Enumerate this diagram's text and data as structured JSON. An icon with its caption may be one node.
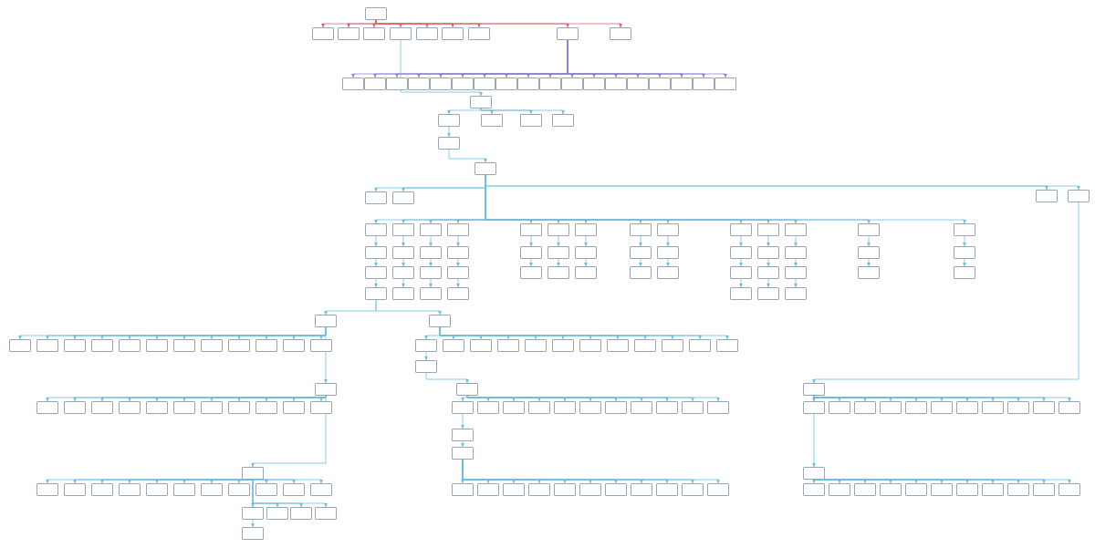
{
  "diagram": {
    "nodes": [
      {
        "text": [],
        "shape": "box"
      },
      {
        "text": [],
        "shape": "box"
      },
      {
        "text": [],
        "shape": "box"
      },
      {
        "text": [],
        "shape": "box"
      },
      {
        "text": [],
        "shape": "box"
      },
      {
        "text": [],
        "shape": "box"
      },
      {
        "text": [],
        "shape": "box"
      },
      {
        "text": [],
        "shape": "box"
      },
      {
        "text": [],
        "shape": "box"
      },
      {
        "text": [],
        "shape": "box"
      },
      {
        "text": [],
        "shape": "box"
      },
      {
        "text": [],
        "shape": "box"
      },
      {
        "text": [],
        "shape": "box"
      },
      {
        "text": [],
        "shape": "box"
      },
      {
        "text": [],
        "shape": "box"
      },
      {
        "text": [],
        "shape": "box"
      },
      {
        "text": [],
        "shape": "box"
      },
      {
        "text": [],
        "shape": "box"
      },
      {
        "text": [],
        "shape": "box"
      },
      {
        "text": [],
        "shape": "box"
      },
      {
        "text": [],
        "shape": "box"
      },
      {
        "text": [],
        "shape": "box"
      },
      {
        "text": [],
        "shape": "box"
      },
      {
        "text": [],
        "shape": "box"
      },
      {
        "text": [],
        "shape": "box"
      },
      {
        "text": [],
        "shape": "box"
      },
      {
        "text": [],
        "shape": "box"
      },
      {
        "text": [],
        "shape": "box"
      },
      {
        "text": [],
        "shape": "box"
      },
      {
        "text": [],
        "shape": "box"
      },
      {
        "text": [],
        "shape": "box"
      },
      {
        "text": [],
        "shape": "box"
      },
      {
        "text": [],
        "shape": "box"
      },
      {
        "text": [],
        "shape": "box"
      },
      {
        "text": [],
        "shape": "box"
      },
      {
        "text": [],
        "shape": "box"
      },
      {
        "text": [],
        "shape": "box"
      },
      {
        "text": [],
        "shape": "box"
      },
      {
        "text": [],
        "shape": "box"
      },
      {
        "text": [],
        "shape": "box"
      },
      {
        "text": [],
        "shape": "box"
      },
      {
        "text": [],
        "shape": "box"
      },
      {
        "text": [],
        "shape": "box"
      },
      {
        "text": [],
        "shape": "box"
      },
      {
        "text": [],
        "shape": "box"
      },
      {
        "text": [],
        "shape": "box"
      },
      {
        "text": [],
        "shape": "box"
      },
      {
        "text": [],
        "shape": "box"
      },
      {
        "text": [],
        "shape": "box"
      },
      {
        "text": [],
        "shape": "box"
      },
      {
        "text": [],
        "shape": "box"
      },
      {
        "text": [],
        "shape": "box"
      },
      {
        "text": [],
        "shape": "box"
      },
      {
        "text": [],
        "shape": "box"
      },
      {
        "text": [],
        "shape": "box"
      },
      {
        "text": [],
        "shape": "box"
      },
      {
        "text": [],
        "shape": "box"
      },
      {
        "text": [],
        "shape": "box"
      },
      {
        "text": [],
        "shape": "box"
      },
      {
        "text": [],
        "shape": "box"
      },
      {
        "text": [],
        "shape": "box"
      },
      {
        "text": [],
        "shape": "box"
      },
      {
        "text": [],
        "shape": "box"
      },
      {
        "text": [],
        "shape": "box"
      },
      {
        "text": [],
        "shape": "box"
      },
      {
        "text": [],
        "shape": "box"
      },
      {
        "text": [],
        "shape": "box"
      },
      {
        "text": [],
        "shape": "box"
      },
      {
        "text": [],
        "shape": "box"
      },
      {
        "text": [],
        "shape": "box"
      },
      {
        "text": [],
        "shape": "box"
      },
      {
        "text": [],
        "shape": "box"
      },
      {
        "text": [],
        "shape": "box"
      },
      {
        "text": [],
        "shape": "box"
      },
      {
        "text": [],
        "shape": "box"
      },
      {
        "text": [],
        "shape": "box"
      },
      {
        "text": [],
        "shape": "box"
      },
      {
        "text": [],
        "shape": "box"
      },
      {
        "text": [],
        "shape": "box"
      },
      {
        "text": [],
        "shape": "box"
      },
      {
        "text": [],
        "shape": "box"
      },
      {
        "text": [],
        "shape": "box"
      },
      {
        "text": [],
        "shape": "box"
      },
      {
        "text": [],
        "shape": "box"
      },
      {
        "text": [],
        "shape": "box"
      },
      {
        "text": [],
        "shape": "box"
      },
      {
        "text": [],
        "shape": "box"
      },
      {
        "text": [],
        "shape": "box"
      },
      {
        "text": [],
        "shape": "box"
      },
      {
        "text": [],
        "shape": "box"
      },
      {
        "text": [],
        "shape": "box"
      },
      {
        "text": [],
        "shape": "box"
      },
      {
        "text": [],
        "shape": "box"
      },
      {
        "text": [],
        "shape": "box"
      },
      {
        "text": [],
        "shape": "box"
      },
      {
        "text": [],
        "shape": "box"
      },
      {
        "text": [],
        "shape": "box"
      },
      {
        "text": [],
        "shape": "box"
      },
      {
        "text": [],
        "shape": "box"
      },
      {
        "text": [],
        "shape": "box"
      },
      {
        "text": [],
        "shape": "box"
      },
      {
        "text": [],
        "shape": "box"
      },
      {
        "text": [],
        "shape": "box"
      },
      {
        "text": [],
        "shape": "box"
      },
      {
        "text": [],
        "shape": "box"
      },
      {
        "text": [],
        "shape": "box"
      },
      {
        "text": [],
        "shape": "box"
      },
      {
        "text": [],
        "shape": "box"
      },
      {
        "text": [],
        "shape": "box"
      },
      {
        "text": [],
        "shape": "box"
      },
      {
        "text": [],
        "shape": "box"
      },
      {
        "text": [],
        "shape": "box"
      },
      {
        "text": [],
        "shape": "box"
      },
      {
        "text": [],
        "shape": "box"
      },
      {
        "text": [],
        "shape": "box"
      },
      {
        "text": [],
        "shape": "box"
      },
      {
        "text": [],
        "shape": "box"
      },
      {
        "text": [],
        "shape": "box"
      },
      {
        "text": [],
        "shape": "box"
      },
      {
        "text": [],
        "shape": "box"
      },
      {
        "text": [],
        "shape": "box"
      },
      {
        "text": [],
        "shape": "box"
      },
      {
        "text": [],
        "shape": "box"
      },
      {
        "text": [],
        "shape": "box"
      },
      {
        "text": [],
        "shape": "box"
      },
      {
        "text": [],
        "shape": "box"
      },
      {
        "text": [],
        "shape": "box"
      },
      {
        "text": [],
        "shape": "box"
      },
      {
        "text": [],
        "shape": "box"
      },
      {
        "text": [],
        "shape": "box"
      },
      {
        "text": [],
        "shape": "box"
      },
      {
        "text": [],
        "shape": "box"
      },
      {
        "text": [],
        "shape": "box"
      },
      {
        "text": [],
        "shape": "box"
      },
      {
        "text": [],
        "shape": "box"
      },
      {
        "text": [],
        "shape": "box"
      },
      {
        "text": [],
        "shape": "box"
      },
      {
        "text": [],
        "shape": "box"
      },
      {
        "text": [],
        "shape": "box"
      },
      {
        "text": [],
        "shape": "box"
      },
      {
        "text": [],
        "shape": "box"
      },
      {
        "text": [],
        "shape": "box"
      },
      {
        "text": [],
        "shape": "box"
      },
      {
        "text": [],
        "shape": "box"
      },
      {
        "text": [],
        "shape": "box"
      },
      {
        "text": [],
        "shape": "box"
      },
      {
        "text": [],
        "shape": "box"
      },
      {
        "text": [],
        "shape": "box"
      },
      {
        "text": [],
        "shape": "box"
      },
      {
        "text": [],
        "shape": "box"
      },
      {
        "text": [],
        "shape": "box"
      },
      {
        "text": [],
        "shape": "box"
      },
      {
        "text": [],
        "shape": "box"
      },
      {
        "text": [],
        "shape": "box"
      },
      {
        "text": [],
        "shape": "box"
      },
      {
        "text": [],
        "shape": "box"
      },
      {
        "text": [],
        "shape": "box"
      },
      {
        "text": [],
        "shape": "box"
      },
      {
        "text": [],
        "shape": "box"
      },
      {
        "text": [],
        "shape": "box"
      },
      {
        "text": [],
        "shape": "box"
      },
      {
        "text": [],
        "shape": "box"
      },
      {
        "text": [],
        "shape": "box"
      },
      {
        "text": [],
        "shape": "box"
      },
      {
        "text": [],
        "shape": "box"
      },
      {
        "text": [],
        "shape": "box"
      },
      {
        "text": [],
        "shape": "box"
      },
      {
        "text": [],
        "shape": "box"
      },
      {
        "text": [],
        "shape": "box"
      },
      {
        "text": [],
        "shape": "box"
      },
      {
        "text": [],
        "shape": "box"
      },
      {
        "text": [],
        "shape": "box"
      },
      {
        "text": [],
        "shape": "box"
      },
      {
        "text": [],
        "shape": "box"
      },
      {
        "text": [],
        "shape": "box"
      },
      {
        "text": [],
        "shape": "box"
      },
      {
        "text": [],
        "shape": "box"
      },
      {
        "text": [],
        "shape": "box"
      },
      {
        "text": [],
        "shape": "box"
      },
      {
        "text": [],
        "shape": "box"
      },
      {
        "text": [],
        "shape": "box"
      },
      {
        "text": [],
        "shape": "box"
      },
      {
        "text": [],
        "shape": "box"
      },
      {
        "text": [],
        "shape": "box"
      },
      {
        "text": [],
        "shape": "box"
      },
      {
        "text": [],
        "shape": "box"
      },
      {
        "text": [],
        "shape": "box"
      },
      {
        "text": [],
        "shape": "box"
      },
      {
        "text": [],
        "shape": "box"
      },
      {
        "text": [],
        "shape": "box"
      },
      {
        "text": [],
        "shape": "box"
      },
      {
        "text": [],
        "shape": "box"
      },
      {
        "text": [],
        "shape": "box"
      }
    ],
    "edges": [
      {
        "from": 0,
        "to": 1,
        "arrow": "to",
        "color": "#e06666"
      },
      {
        "from": 0,
        "to": 2,
        "arrow": "to",
        "color": "#e06666"
      },
      {
        "from": 0,
        "to": 3,
        "arrow": "to",
        "color": "#e06666"
      },
      {
        "from": 0,
        "to": 4,
        "arrow": "to",
        "color": "#e06666"
      },
      {
        "from": 0,
        "to": 5,
        "arrow": "to",
        "color": "#e06666"
      },
      {
        "from": 0,
        "to": 6,
        "arrow": "to",
        "color": "#e06666"
      },
      {
        "from": 0,
        "to": 7,
        "arrow": "to",
        "color": "#e06666"
      },
      {
        "from": 0,
        "to": 8,
        "arrow": "to",
        "color": "#e06666"
      },
      {
        "from": 0,
        "to": 9,
        "arrow": "to",
        "color": "#e06666"
      },
      {
        "from": 8,
        "to": 10,
        "arrow": "to",
        "color": "#8f83e0"
      },
      {
        "from": 8,
        "to": 11,
        "arrow": "to",
        "color": "#8f83e0"
      },
      {
        "from": 8,
        "to": 12,
        "arrow": "to",
        "color": "#8f83e0"
      },
      {
        "from": 8,
        "to": 13,
        "arrow": "to",
        "color": "#8f83e0"
      },
      {
        "from": 8,
        "to": 14,
        "arrow": "to",
        "color": "#8f83e0"
      },
      {
        "from": 8,
        "to": 15,
        "arrow": "to",
        "color": "#8f83e0"
      },
      {
        "from": 8,
        "to": 16,
        "arrow": "to",
        "color": "#8f83e0"
      },
      {
        "from": 8,
        "to": 17,
        "arrow": "to",
        "color": "#8f83e0"
      },
      {
        "from": 8,
        "to": 18,
        "arrow": "to",
        "color": "#8f83e0"
      },
      {
        "from": 8,
        "to": 19,
        "arrow": "to",
        "color": "#8f83e0"
      },
      {
        "from": 8,
        "to": 20,
        "arrow": "to",
        "color": "#8f83e0"
      },
      {
        "from": 8,
        "to": 21,
        "arrow": "to",
        "color": "#8f83e0"
      },
      {
        "from": 8,
        "to": 22,
        "arrow": "to",
        "color": "#8f83e0"
      },
      {
        "from": 8,
        "to": 23,
        "arrow": "to",
        "color": "#8f83e0"
      },
      {
        "from": 8,
        "to": 24,
        "arrow": "to",
        "color": "#8f83e0"
      },
      {
        "from": 8,
        "to": 25,
        "arrow": "to",
        "color": "#8f83e0"
      },
      {
        "from": 8,
        "to": 26,
        "arrow": "to",
        "color": "#8f83e0"
      },
      {
        "from": 8,
        "to": 27,
        "arrow": "to",
        "color": "#8f83e0"
      },
      {
        "from": 4,
        "to": 28,
        "arrow": "to"
      },
      {
        "from": 28,
        "to": 29,
        "arrow": "to"
      },
      {
        "from": 28,
        "to": 30,
        "arrow": "to"
      },
      {
        "from": 28,
        "to": 31,
        "arrow": "to"
      },
      {
        "from": 28,
        "to": 32,
        "arrow": "to"
      },
      {
        "from": 29,
        "to": 33,
        "arrow": "to"
      },
      {
        "from": 33,
        "to": 34,
        "arrow": "to"
      },
      {
        "from": 34,
        "to": 35,
        "arrow": "to"
      },
      {
        "from": 34,
        "to": 36,
        "arrow": "to"
      },
      {
        "from": 34,
        "to": 37,
        "arrow": "to"
      },
      {
        "from": 34,
        "to": 38,
        "arrow": "to"
      },
      {
        "from": 34,
        "to": 39,
        "arrow": "to"
      },
      {
        "from": 34,
        "to": 40,
        "arrow": "to"
      },
      {
        "from": 34,
        "to": 41,
        "arrow": "to"
      },
      {
        "from": 34,
        "to": 42,
        "arrow": "to"
      },
      {
        "from": 34,
        "to": 43,
        "arrow": "to"
      },
      {
        "from": 34,
        "to": 44,
        "arrow": "to"
      },
      {
        "from": 34,
        "to": 45,
        "arrow": "to"
      },
      {
        "from": 34,
        "to": 46,
        "arrow": "to"
      },
      {
        "from": 34,
        "to": 47,
        "arrow": "to"
      },
      {
        "from": 34,
        "to": 48,
        "arrow": "to"
      },
      {
        "from": 34,
        "to": 49,
        "arrow": "to"
      },
      {
        "from": 34,
        "to": 50,
        "arrow": "to"
      },
      {
        "from": 34,
        "to": 51,
        "arrow": "to"
      },
      {
        "from": 34,
        "to": 52,
        "arrow": "to"
      },
      {
        "from": 39,
        "to": 53,
        "arrow": "to"
      },
      {
        "from": 40,
        "to": 54,
        "arrow": "to"
      },
      {
        "from": 41,
        "to": 55,
        "arrow": "to"
      },
      {
        "from": 42,
        "to": 56,
        "arrow": "to"
      },
      {
        "from": 43,
        "to": 57,
        "arrow": "to"
      },
      {
        "from": 44,
        "to": 58,
        "arrow": "to"
      },
      {
        "from": 45,
        "to": 59,
        "arrow": "to"
      },
      {
        "from": 46,
        "to": 60,
        "arrow": "to"
      },
      {
        "from": 47,
        "to": 61,
        "arrow": "to"
      },
      {
        "from": 48,
        "to": 62,
        "arrow": "to"
      },
      {
        "from": 49,
        "to": 63,
        "arrow": "to"
      },
      {
        "from": 50,
        "to": 64,
        "arrow": "to"
      },
      {
        "from": 51,
        "to": 65,
        "arrow": "to"
      },
      {
        "from": 52,
        "to": 66,
        "arrow": "to"
      },
      {
        "from": 53,
        "to": 67,
        "arrow": "to"
      },
      {
        "from": 54,
        "to": 68,
        "arrow": "to"
      },
      {
        "from": 55,
        "to": 69,
        "arrow": "to"
      },
      {
        "from": 56,
        "to": 70,
        "arrow": "to"
      },
      {
        "from": 57,
        "to": 71,
        "arrow": "to"
      },
      {
        "from": 58,
        "to": 72,
        "arrow": "to"
      },
      {
        "from": 59,
        "to": 73,
        "arrow": "to"
      },
      {
        "from": 60,
        "to": 74,
        "arrow": "to"
      },
      {
        "from": 61,
        "to": 75,
        "arrow": "to"
      },
      {
        "from": 62,
        "to": 76,
        "arrow": "to"
      },
      {
        "from": 63,
        "to": 77,
        "arrow": "to"
      },
      {
        "from": 64,
        "to": 78,
        "arrow": "to"
      },
      {
        "from": 65,
        "to": 79,
        "arrow": "to"
      },
      {
        "from": 66,
        "to": 80,
        "arrow": "to"
      },
      {
        "from": 67,
        "to": 81,
        "arrow": "to"
      },
      {
        "from": 68,
        "to": 82,
        "arrow": "to"
      },
      {
        "from": 69,
        "to": 83,
        "arrow": "to"
      },
      {
        "from": 70,
        "to": 84,
        "arrow": "to"
      },
      {
        "from": 76,
        "to": 85,
        "arrow": "to"
      },
      {
        "from": 77,
        "to": 86,
        "arrow": "to"
      },
      {
        "from": 78,
        "to": 87,
        "arrow": "to"
      },
      {
        "from": 81,
        "to": 88,
        "arrow": "to"
      },
      {
        "from": 81,
        "to": 89,
        "arrow": "to"
      },
      {
        "from": 88,
        "to": 90,
        "arrow": "to"
      },
      {
        "from": 88,
        "to": 91,
        "arrow": "to"
      },
      {
        "from": 88,
        "to": 92,
        "arrow": "to"
      },
      {
        "from": 88,
        "to": 93,
        "arrow": "to"
      },
      {
        "from": 88,
        "to": 94,
        "arrow": "to"
      },
      {
        "from": 88,
        "to": 95,
        "arrow": "to"
      },
      {
        "from": 88,
        "to": 96,
        "arrow": "to"
      },
      {
        "from": 88,
        "to": 97,
        "arrow": "to"
      },
      {
        "from": 88,
        "to": 98,
        "arrow": "to"
      },
      {
        "from": 88,
        "to": 99,
        "arrow": "to"
      },
      {
        "from": 88,
        "to": 100,
        "arrow": "to"
      },
      {
        "from": 88,
        "to": 101,
        "arrow": "to"
      },
      {
        "from": 89,
        "to": 102,
        "arrow": "to"
      },
      {
        "from": 89,
        "to": 103,
        "arrow": "to"
      },
      {
        "from": 89,
        "to": 104,
        "arrow": "to"
      },
      {
        "from": 89,
        "to": 105,
        "arrow": "to"
      },
      {
        "from": 89,
        "to": 106,
        "arrow": "to"
      },
      {
        "from": 89,
        "to": 107,
        "arrow": "to"
      },
      {
        "from": 89,
        "to": 108,
        "arrow": "to"
      },
      {
        "from": 89,
        "to": 109,
        "arrow": "to"
      },
      {
        "from": 89,
        "to": 110,
        "arrow": "to"
      },
      {
        "from": 89,
        "to": 111,
        "arrow": "to"
      },
      {
        "from": 89,
        "to": 112,
        "arrow": "to"
      },
      {
        "from": 89,
        "to": 113,
        "arrow": "to"
      },
      {
        "from": 102,
        "to": 114,
        "arrow": "to"
      },
      {
        "from": 88,
        "to": 115,
        "arrow": "to"
      },
      {
        "from": 114,
        "to": 116,
        "arrow": "to"
      },
      {
        "from": 38,
        "to": 117,
        "arrow": "to"
      },
      {
        "from": 115,
        "to": 118,
        "arrow": "to"
      },
      {
        "from": 115,
        "to": 119,
        "arrow": "to"
      },
      {
        "from": 115,
        "to": 120,
        "arrow": "to"
      },
      {
        "from": 115,
        "to": 121,
        "arrow": "to"
      },
      {
        "from": 115,
        "to": 122,
        "arrow": "to"
      },
      {
        "from": 115,
        "to": 123,
        "arrow": "to"
      },
      {
        "from": 115,
        "to": 124,
        "arrow": "to"
      },
      {
        "from": 115,
        "to": 125,
        "arrow": "to"
      },
      {
        "from": 115,
        "to": 126,
        "arrow": "to"
      },
      {
        "from": 115,
        "to": 127,
        "arrow": "to"
      },
      {
        "from": 115,
        "to": 128,
        "arrow": "to"
      },
      {
        "from": 116,
        "to": 129,
        "arrow": "to"
      },
      {
        "from": 116,
        "to": 130,
        "arrow": "to"
      },
      {
        "from": 116,
        "to": 131,
        "arrow": "to"
      },
      {
        "from": 116,
        "to": 132,
        "arrow": "to"
      },
      {
        "from": 116,
        "to": 133,
        "arrow": "to"
      },
      {
        "from": 116,
        "to": 134,
        "arrow": "to"
      },
      {
        "from": 116,
        "to": 135,
        "arrow": "to"
      },
      {
        "from": 116,
        "to": 136,
        "arrow": "to"
      },
      {
        "from": 116,
        "to": 137,
        "arrow": "to"
      },
      {
        "from": 116,
        "to": 138,
        "arrow": "to"
      },
      {
        "from": 116,
        "to": 139,
        "arrow": "to"
      },
      {
        "from": 117,
        "to": 140,
        "arrow": "to"
      },
      {
        "from": 117,
        "to": 141,
        "arrow": "to"
      },
      {
        "from": 117,
        "to": 142,
        "arrow": "to"
      },
      {
        "from": 117,
        "to": 143,
        "arrow": "to"
      },
      {
        "from": 117,
        "to": 144,
        "arrow": "to"
      },
      {
        "from": 117,
        "to": 145,
        "arrow": "to"
      },
      {
        "from": 117,
        "to": 146,
        "arrow": "to"
      },
      {
        "from": 117,
        "to": 147,
        "arrow": "to"
      },
      {
        "from": 117,
        "to": 148,
        "arrow": "to"
      },
      {
        "from": 117,
        "to": 149,
        "arrow": "to"
      },
      {
        "from": 117,
        "to": 150,
        "arrow": "to"
      },
      {
        "from": 129,
        "to": 151,
        "arrow": "to"
      },
      {
        "from": 151,
        "to": 152,
        "arrow": "to"
      },
      {
        "from": 115,
        "to": 153,
        "arrow": "to"
      },
      {
        "from": 117,
        "to": 154,
        "arrow": "to"
      },
      {
        "from": 153,
        "to": 155,
        "arrow": "to"
      },
      {
        "from": 153,
        "to": 156,
        "arrow": "to"
      },
      {
        "from": 153,
        "to": 157,
        "arrow": "to"
      },
      {
        "from": 153,
        "to": 158,
        "arrow": "to"
      },
      {
        "from": 153,
        "to": 159,
        "arrow": "to"
      },
      {
        "from": 153,
        "to": 160,
        "arrow": "to"
      },
      {
        "from": 153,
        "to": 161,
        "arrow": "to"
      },
      {
        "from": 153,
        "to": 162,
        "arrow": "to"
      },
      {
        "from": 153,
        "to": 163,
        "arrow": "to"
      },
      {
        "from": 153,
        "to": 164,
        "arrow": "to"
      },
      {
        "from": 153,
        "to": 165,
        "arrow": "to"
      },
      {
        "from": 152,
        "to": 166,
        "arrow": "to"
      },
      {
        "from": 152,
        "to": 167,
        "arrow": "to"
      },
      {
        "from": 152,
        "to": 168,
        "arrow": "to"
      },
      {
        "from": 152,
        "to": 169,
        "arrow": "to"
      },
      {
        "from": 152,
        "to": 170,
        "arrow": "to"
      },
      {
        "from": 152,
        "to": 171,
        "arrow": "to"
      },
      {
        "from": 152,
        "to": 172,
        "arrow": "to"
      },
      {
        "from": 152,
        "to": 173,
        "arrow": "to"
      },
      {
        "from": 152,
        "to": 174,
        "arrow": "to"
      },
      {
        "from": 152,
        "to": 175,
        "arrow": "to"
      },
      {
        "from": 152,
        "to": 176,
        "arrow": "to"
      },
      {
        "from": 154,
        "to": 177,
        "arrow": "to"
      },
      {
        "from": 154,
        "to": 178,
        "arrow": "to"
      },
      {
        "from": 154,
        "to": 179,
        "arrow": "to"
      },
      {
        "from": 154,
        "to": 180,
        "arrow": "to"
      },
      {
        "from": 154,
        "to": 181,
        "arrow": "to"
      },
      {
        "from": 154,
        "to": 182,
        "arrow": "to"
      },
      {
        "from": 154,
        "to": 183,
        "arrow": "to"
      },
      {
        "from": 154,
        "to": 184,
        "arrow": "to"
      },
      {
        "from": 154,
        "to": 185,
        "arrow": "to"
      },
      {
        "from": 154,
        "to": 186,
        "arrow": "to"
      },
      {
        "from": 154,
        "to": 187,
        "arrow": "to"
      },
      {
        "from": 153,
        "to": 188,
        "arrow": "to"
      },
      {
        "from": 153,
        "to": 189,
        "arrow": "to"
      },
      {
        "from": 153,
        "to": 190,
        "arrow": "to"
      },
      {
        "from": 153,
        "to": 191,
        "arrow": "to"
      },
      {
        "from": 188,
        "to": 192,
        "arrow": "to"
      }
    ]
  }
}
